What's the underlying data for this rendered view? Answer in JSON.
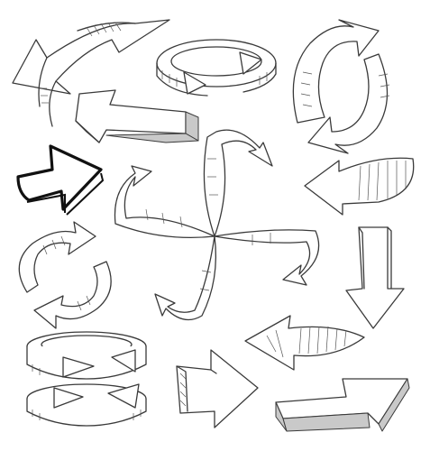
{
  "illustration": {
    "style": "hand-drawn pencil sketch",
    "background_color": "#ffffff",
    "ink_color": "#3a3a3a",
    "bold_ink_color": "#111111",
    "shade_color": "#c9c9c9",
    "arrows": [
      {
        "id": "curved-arrow-top-left",
        "shape": "curved swoosh arrow"
      },
      {
        "id": "circular-arrow-top-center",
        "shape": "circular loop arrow"
      },
      {
        "id": "circular-arrows-top-right",
        "shape": "pair of circular arrows"
      },
      {
        "id": "block-arrow-3d",
        "shape": "3D block arrow pointing up-right"
      },
      {
        "id": "bold-outline-arrow",
        "shape": "bold outlined arrow pointing up-right"
      },
      {
        "id": "four-way-swirl-arrows",
        "shape": "central four-way curled arrows"
      },
      {
        "id": "left-pointing-arrow",
        "shape": "hatched arrow pointing left"
      },
      {
        "id": "circular-arrows-left",
        "shape": "recycle-style circular arrows"
      },
      {
        "id": "down-arrow-right",
        "shape": "long arrow pointing down"
      },
      {
        "id": "stacked-ring-arrows",
        "shape": "stacked 3D ring arrows"
      },
      {
        "id": "right-arrow-bottom-center",
        "shape": "flat arrow pointing right"
      },
      {
        "id": "left-arrow-mid-right",
        "shape": "hatched arrow pointing left"
      },
      {
        "id": "block-arrow-bottom-right",
        "shape": "3D arrow pointing right"
      }
    ]
  }
}
